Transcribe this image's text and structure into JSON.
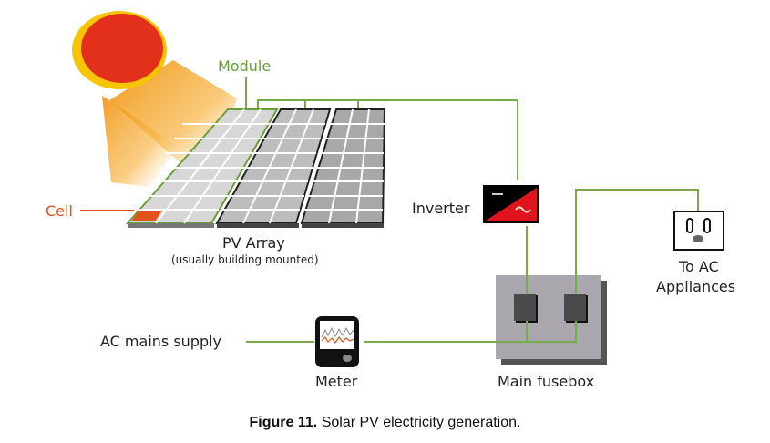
{
  "diagram": {
    "labels": {
      "module": "Module",
      "cell": "Cell",
      "pv_array": "PV Array",
      "pv_array_note": "(usually building mounted)",
      "inverter": "Inverter",
      "to_ac_line1": "To AC",
      "to_ac_line2": "Appliances",
      "ac_mains": "AC mains supply",
      "meter": "Meter",
      "fusebox": "Main fusebox"
    },
    "colors": {
      "wire": "#7aab4a",
      "sun": "#e3301a",
      "sun_rim": "#f7c400",
      "beam": "#f5a11a",
      "cell_highlight": "#e0531b",
      "inverter_red": "#e0141c",
      "fusebox": "#a9a7ad"
    },
    "pv_modules": 3,
    "cells_per_module": {
      "rows": 8,
      "cols": 3
    }
  },
  "caption": {
    "figure_label": "Figure 11.",
    "text": "Solar PV electricity generation."
  }
}
